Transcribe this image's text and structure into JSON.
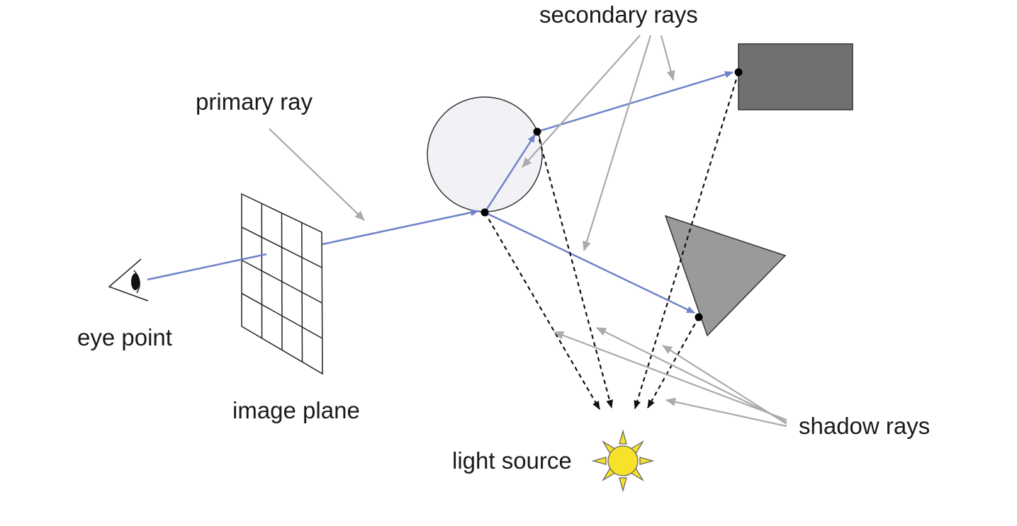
{
  "labels": {
    "secondary_rays": "secondary rays",
    "primary_ray": "primary ray",
    "eye_point": "eye point",
    "image_plane": "image plane",
    "light_source": "light source",
    "shadow_rays": "shadow rays"
  },
  "colors": {
    "ray": "#6f83c9",
    "pointer": "#aaaaaa",
    "shadow_ray": "#111111",
    "sphere_fill": "#f2f2f6",
    "rect_fill": "#707070",
    "triangle_fill": "#9a9a9a",
    "sun_fill": "#f7e12a",
    "outline": "#222222"
  },
  "icons": {
    "eye": "eye-icon",
    "sun": "sun-icon"
  }
}
